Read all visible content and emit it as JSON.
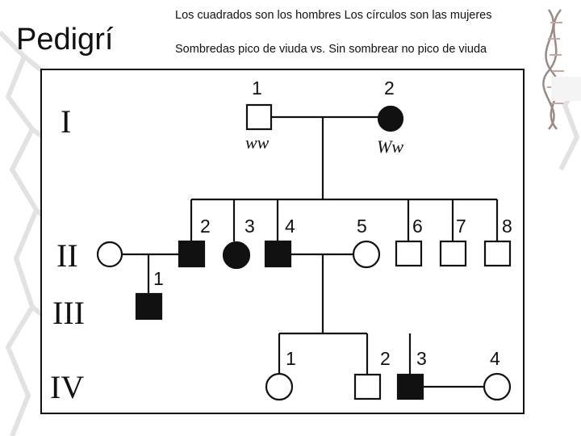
{
  "title": "Pedigrí",
  "legend": {
    "line1": "Los cuadrados son los hombres Los círculos son las mujeres",
    "line2": "Sombredas pico de viuda vs. Sin sombrear no pico de viuda"
  },
  "generations": [
    "I",
    "II",
    "III",
    "IV"
  ],
  "individuals": {
    "I": [
      {
        "number": "1",
        "sex": "male",
        "affected": false,
        "genotype": "ww"
      },
      {
        "number": "2",
        "sex": "female",
        "affected": true,
        "genotype": "Ww"
      }
    ],
    "II_spouse": {
      "number": "",
      "sex": "female",
      "affected": false
    },
    "II": [
      {
        "number": "2",
        "sex": "male",
        "affected": true
      },
      {
        "number": "3",
        "sex": "female",
        "affected": true
      },
      {
        "number": "4",
        "sex": "male",
        "affected": true
      },
      {
        "number": "5",
        "sex": "female",
        "affected": false
      },
      {
        "number": "6",
        "sex": "male",
        "affected": false
      },
      {
        "number": "7",
        "sex": "male",
        "affected": false
      },
      {
        "number": "8",
        "sex": "male",
        "affected": false
      }
    ],
    "III": [
      {
        "number": "1",
        "sex": "male",
        "affected": true
      }
    ],
    "IV": [
      {
        "number": "1",
        "sex": "female",
        "affected": false
      },
      {
        "number": "2",
        "sex": "male",
        "affected": false
      },
      {
        "number": "3",
        "sex": "male",
        "affected": true
      },
      {
        "number": "4",
        "sex": "female",
        "affected": false
      }
    ]
  },
  "colors": {
    "line": "#111111",
    "affected": "#111111",
    "unaffected": "#ffffff",
    "background_decoration": "#d9d9d9"
  },
  "icons": [
    "dna-helix-icon",
    "molecule-network-background"
  ]
}
